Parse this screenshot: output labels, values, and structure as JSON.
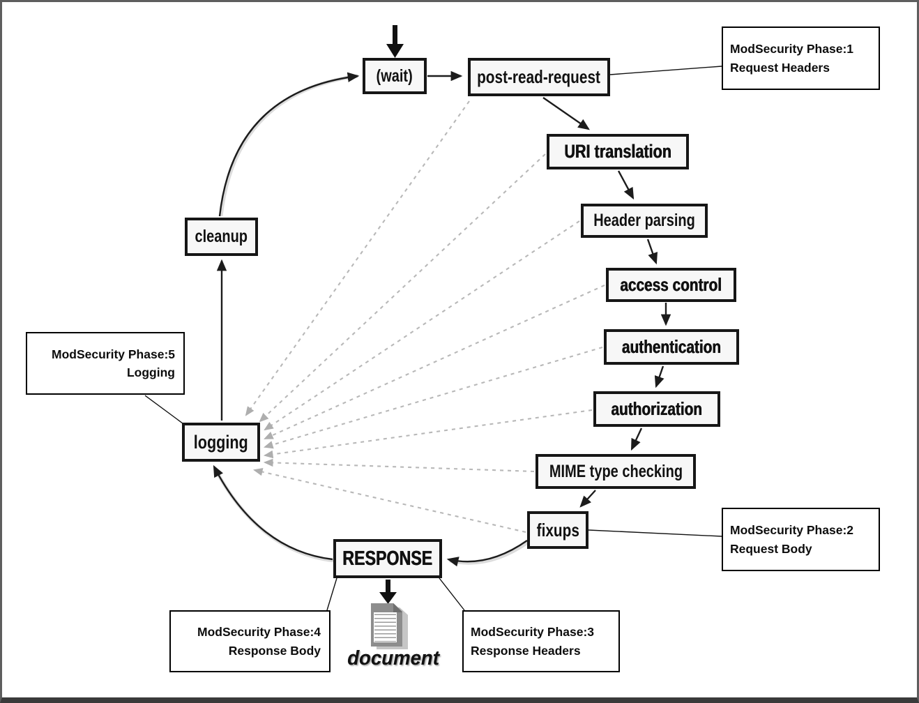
{
  "nodes": {
    "wait": {
      "label": "(wait)"
    },
    "post_read_request": {
      "label": "post-read-request"
    },
    "uri_translation": {
      "label": "URI translation"
    },
    "header_parsing": {
      "label": "Header parsing"
    },
    "access_control": {
      "label": "access control"
    },
    "authentication": {
      "label": "authentication"
    },
    "authorization": {
      "label": "authorization"
    },
    "mime_type_checking": {
      "label": "MIME type checking"
    },
    "fixups": {
      "label": "fixups"
    },
    "response": {
      "label": "RESPONSE"
    },
    "logging": {
      "label": "logging"
    },
    "cleanup": {
      "label": "cleanup"
    }
  },
  "callouts": {
    "phase1": {
      "line1": "ModSecurity Phase:1",
      "line2": "Request Headers"
    },
    "phase2": {
      "line1": "ModSecurity Phase:2",
      "line2": "Request Body"
    },
    "phase3": {
      "line1": "ModSecurity Phase:3",
      "line2": "Response Headers"
    },
    "phase4": {
      "line1": "ModSecurity Phase:4",
      "line2": "Response Body"
    },
    "phase5": {
      "line1": "ModSecurity Phase:5",
      "line2": "Logging"
    }
  },
  "document": {
    "label": "document"
  },
  "icons": {
    "document_icon": "document-page-icon"
  },
  "colors": {
    "node_border": "#161616",
    "node_fill": "#f7f7f7",
    "arrow": "#1c1c1c",
    "dashed_arrow": "#b5b5b5",
    "callout_border": "#000000",
    "page_border": "#5e5e5e"
  }
}
